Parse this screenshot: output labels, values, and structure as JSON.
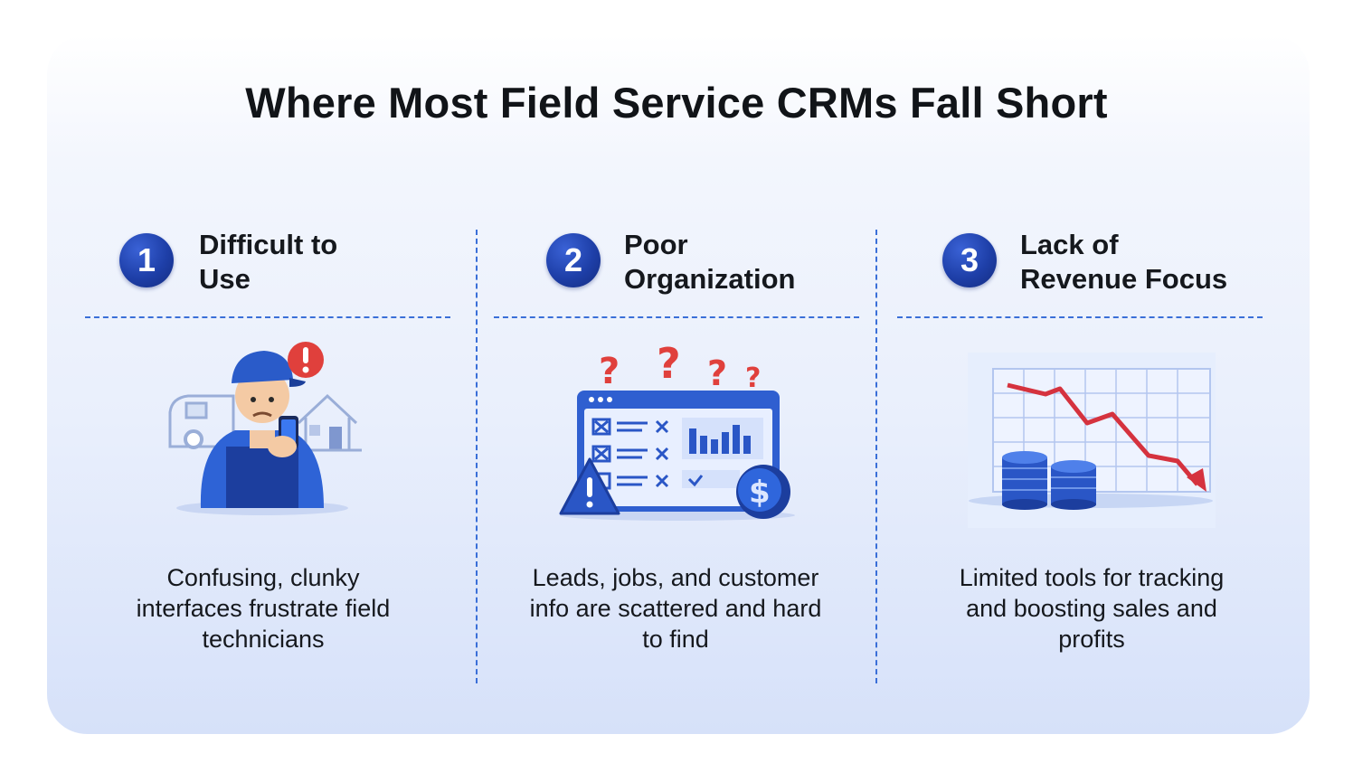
{
  "title": "Where Most Field Service CRMs Fall Short",
  "colors": {
    "accent": "#1e3fa8",
    "alert": "#e0403c",
    "divider": "#3a6fd8"
  },
  "columns": [
    {
      "number": "1",
      "heading_line1": "Difficult to",
      "heading_line2": "Use",
      "icon": "confused-technician-icon",
      "description": "Confusing, clunky interfaces frustrate field technicians"
    },
    {
      "number": "2",
      "heading_line1": "Poor",
      "heading_line2": "Organization",
      "icon": "cluttered-dashboard-icon",
      "description": "Leads, jobs, and customer info are scattered and hard to find"
    },
    {
      "number": "3",
      "heading_line1": "Lack of",
      "heading_line2": "Revenue Focus",
      "icon": "declining-revenue-chart-icon",
      "description": "Limited tools for tracking and boosting sales and profits"
    }
  ]
}
